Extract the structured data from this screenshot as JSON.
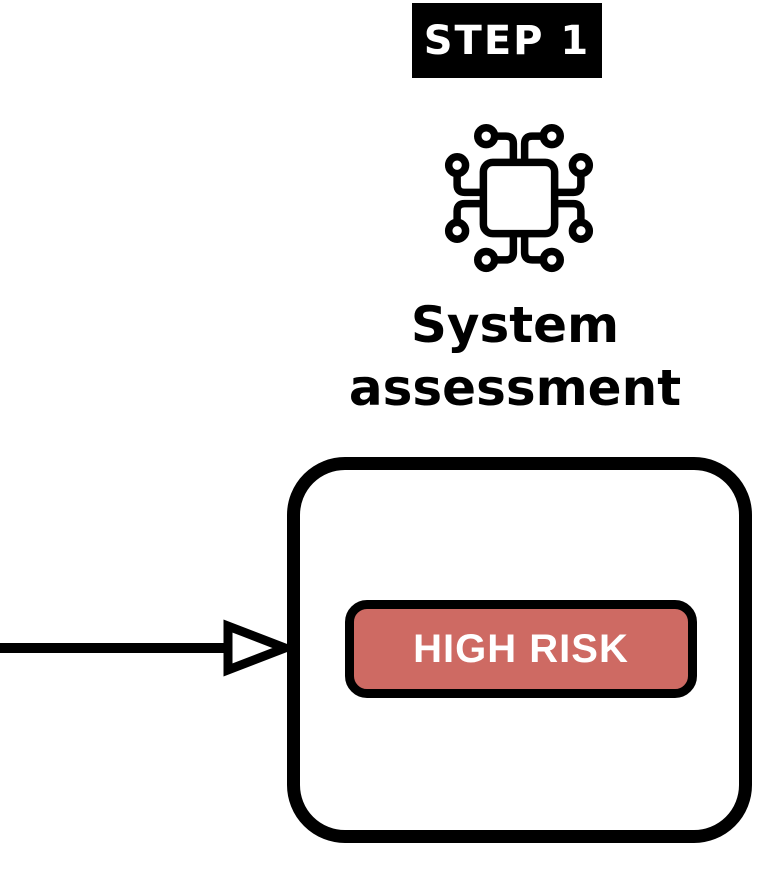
{
  "diagram": {
    "step": {
      "label": "STEP 1"
    },
    "icon": {
      "name": "chip-icon"
    },
    "title": {
      "line1": "System",
      "line2": "assessment"
    },
    "result_box": {
      "badge": {
        "label": "HIGH RISK"
      }
    },
    "colors": {
      "black": "#000000",
      "white": "#ffffff",
      "badge_red": "#ce6a63",
      "badge_text": "#ffffff",
      "step_bg": "#000000",
      "step_text": "#ffffff"
    }
  }
}
